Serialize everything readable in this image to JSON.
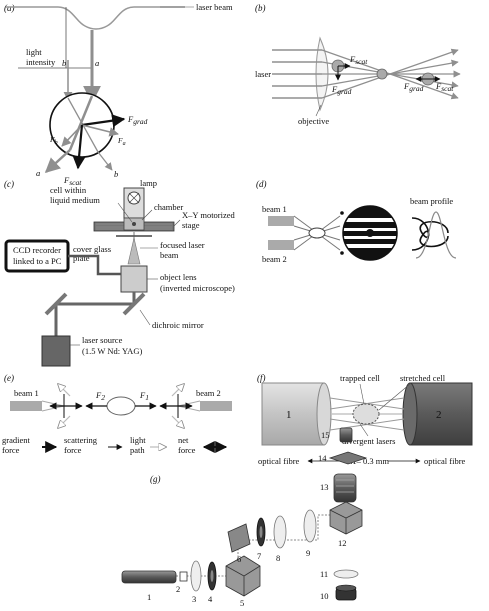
{
  "panels": {
    "a": {
      "label": "(a)",
      "beam_label": "laser beam",
      "intensity_label_1": "light",
      "intensity_label_2": "intensity",
      "ray_a": "a",
      "ray_b": "b",
      "f_grad": "F",
      "f_grad_sub": "grad",
      "f_b": "F",
      "f_b_sub": "b",
      "f_a": "F",
      "f_a_sub": "a",
      "f_scat": "F",
      "f_scat_sub": "scat",
      "out_a": "a",
      "out_b": "b"
    },
    "b": {
      "label": "(b)",
      "laser": "laser",
      "objective": "objective",
      "f_scat": "F",
      "f_scat_sub": "scat",
      "f_grad": "F",
      "f_grad_sub": "grad",
      "f_grad2": "F",
      "f_grad2_sub": "grad",
      "f_scat2": "F",
      "f_scat2_sub": "scat"
    },
    "c": {
      "label": "(c)",
      "lamp": "lamp",
      "cell_1": "cell within",
      "cell_2": "liquid medium",
      "chamber": "chamber",
      "stage_1": "X–Y motorized",
      "stage_2": "stage",
      "ccd_1": "CCD recorder",
      "ccd_2": "linked to a PC",
      "cover_1": "cover glass",
      "cover_2": "plate",
      "focused_1": "focused laser",
      "focused_2": "beam",
      "object_1": "object lens",
      "object_2": "(inverted microscope)",
      "dichroic": "dichroic mirror",
      "source_1": "laser source",
      "source_2": "(1.5 W Nd: YAG)"
    },
    "d": {
      "label": "(d)",
      "beam1": "beam 1",
      "beam2": "beam 2",
      "profile": "beam profile"
    },
    "e": {
      "label": "(e)",
      "beam1": "beam 1",
      "beam2": "beam 2",
      "f2": "F",
      "f2_sub": "2",
      "f1": "F",
      "f1_sub": "1",
      "legend_grad_1": "gradient",
      "legend_grad_2": "force",
      "legend_scat_1": "scattering",
      "legend_scat_2": "force",
      "legend_path_1": "light",
      "legend_path_2": "path",
      "legend_net_1": "net",
      "legend_net_2": "force"
    },
    "f": {
      "label": "(f)",
      "fibre1_num": "1",
      "fibre2_num": "2",
      "trapped": "trapped cell",
      "stretched": "stretched cell",
      "divergent": "divergent lasers",
      "fibre_left": "optical fibre",
      "distance": "0.1– 0.3 mm",
      "fibre_right": "optical fibre"
    },
    "g": {
      "label": "(g)",
      "components": [
        "1",
        "2",
        "3",
        "4",
        "5",
        "6",
        "7",
        "8",
        "9",
        "10",
        "11",
        "12",
        "13",
        "14",
        "15"
      ]
    }
  },
  "colors": {
    "beam_grey": "#8f8f8f",
    "dark_grey": "#555555",
    "fibre_light": "#c8c8c8",
    "fibre_dark": "#5a5a5a"
  }
}
